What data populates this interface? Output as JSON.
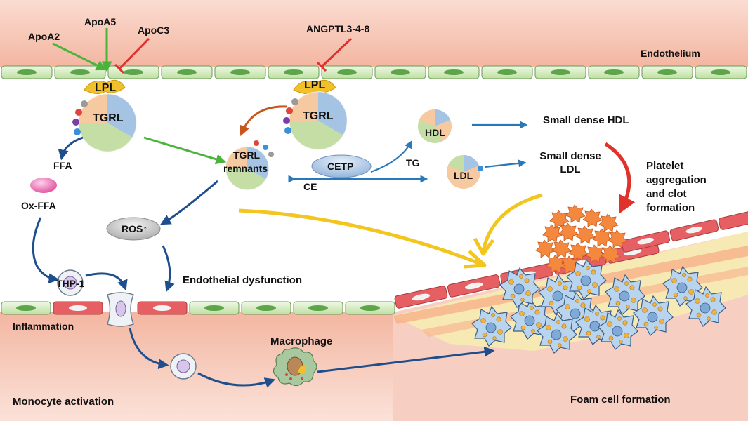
{
  "labels": {
    "apoa2": "ApoA2",
    "apoa5": "ApoA5",
    "apoc3": "ApoC3",
    "angptl": "ANGPTL3-4-8",
    "endothelium": "Endothelium",
    "lpl": "LPL",
    "tgrl": "TGRL",
    "ffa": "FFA",
    "oxffa": "Ox-FFA",
    "tgrl_remnants_1": "TGRL",
    "tgrl_remnants_2": "remnants",
    "cetp": "CETP",
    "ce": "CE",
    "tg": "TG",
    "hdl": "HDL",
    "ldl": "LDL",
    "small_dense_hdl": "Small dense HDL",
    "small_dense_ldl_1": "Small dense",
    "small_dense_ldl_2": "LDL",
    "platelet_1": "Platelet",
    "platelet_2": "aggregation",
    "platelet_3": "and clot",
    "platelet_4": "formation",
    "ros": "ROS↑",
    "thp1": "THP-1",
    "endothelial_dysfunction": "Endothelial dysfunction",
    "inflammation": "Inflammation",
    "macrophage": "Macrophage",
    "monocyte_activation": "Monocyte activation",
    "foam_cell_formation": "Foam cell formation"
  },
  "colors": {
    "tissue_top": "#f6c3b1",
    "tissue_bottom": "#f7cfc2",
    "lumen": "#ffffff",
    "endothelial_cell": "#d9efc4",
    "nucleus": "#5da54a",
    "red_cell": "#e65f63",
    "lpl": "#f2c02a",
    "tgrl_green": "#c4dea5",
    "tgrl_orange": "#f7c9a0",
    "tgrl_blue": "#a5c3e3",
    "arrow_blue": "#1f4e8c",
    "arrow_green": "#49b33a",
    "arrow_red": "#e0312b",
    "arrow_orange": "#c8561b",
    "arrow_yellow": "#f2c61f",
    "foam_cell": "#b9d4ee",
    "platelet": "#f4883f",
    "plaque": "#f7e9b3"
  }
}
